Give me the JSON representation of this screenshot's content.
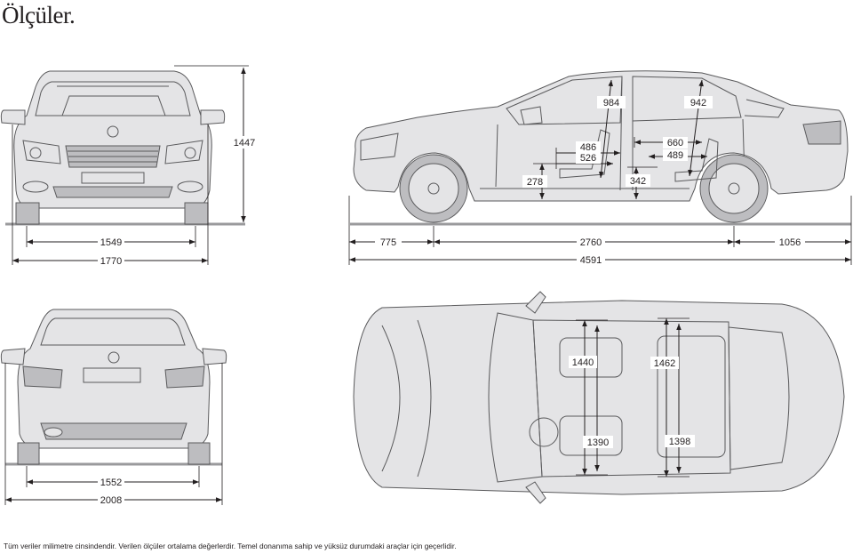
{
  "title": "Ölçüler.",
  "footnote": "Tüm veriler milimetre cinsindendir. Verilen ölçüler ortalama değerlerdir. Temel donanıma sahip ve yüksüz durumdaki araçlar için geçerlidir.",
  "front_view": {
    "height": "1447",
    "track_front": "1549",
    "width": "1770"
  },
  "side_view": {
    "headroom_front": "984",
    "headroom_rear": "942",
    "front_shoulder_a": "486",
    "front_shoulder_b": "526",
    "rear_leg_a": "660",
    "rear_leg_b": "489",
    "front_seat_height": "278",
    "rear_seat_height": "342",
    "front_overhang": "775",
    "wheelbase": "2760",
    "rear_overhang": "1056",
    "length": "4591"
  },
  "rear_view": {
    "track_rear": "1552",
    "width_mirrors": "2008"
  },
  "top_view": {
    "shoulder_front": "1440",
    "shoulder_rear": "1462",
    "elbow_front": "1390",
    "elbow_rear": "1398"
  }
}
